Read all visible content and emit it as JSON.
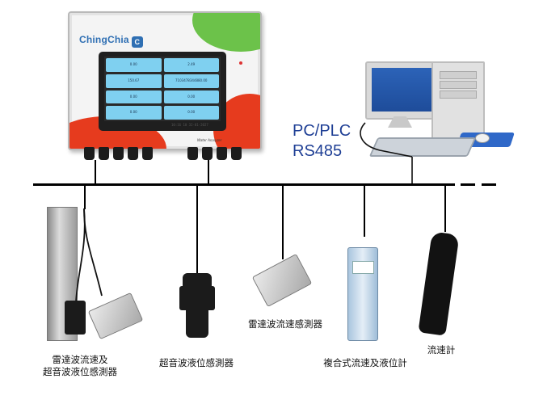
{
  "analyzer": {
    "brand": "ChingChia",
    "brand_badge": "C",
    "footer_text": "Water Analyzer",
    "screen_tiles": [
      "0.00",
      "2.49",
      "150.67",
      "7103478344880.00",
      "0.00",
      "0.00",
      "0.00",
      "0.00"
    ],
    "screen_footer": "10:16  10 32-01-2027"
  },
  "pc": {
    "label_line1": "PC/PLC",
    "label_line2": "RS485"
  },
  "sensors": [
    {
      "label_line1": "雷達波流速及",
      "label_line2": "超音波液位感測器"
    },
    {
      "label_line1": "超音波液位感測器"
    },
    {
      "label_line1": "雷達波流速感測器"
    },
    {
      "label_line1": "複合式流速及液位計"
    },
    {
      "label_line1": "流速計"
    }
  ],
  "colors": {
    "bus": "#000000",
    "pc_text": "#1f3f95",
    "accent_green": "#6cc24a",
    "accent_red": "#e63b1e",
    "screen_tile": "#7fd0f0"
  }
}
